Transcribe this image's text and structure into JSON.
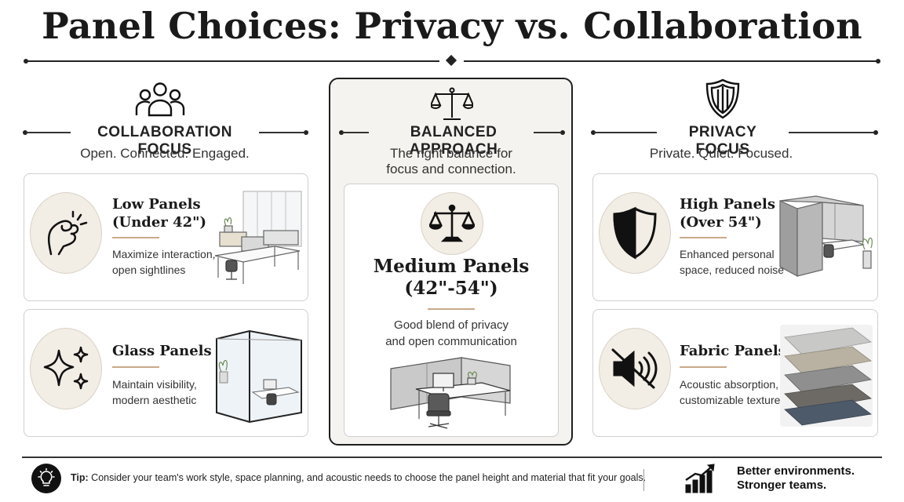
{
  "title": "Panel Choices: Privacy vs. Collaboration",
  "columns": {
    "collaboration": {
      "heading": "COLLABORATION FOCUS",
      "subtitle": "Open. Connected. Engaged.",
      "icon": "people-group-icon"
    },
    "balanced": {
      "heading": "BALANCED APPROACH",
      "subtitle_line1": "The right balance for",
      "subtitle_line2": "focus and connection.",
      "icon": "scale-icon"
    },
    "privacy": {
      "heading": "PRIVACY FOCUS",
      "subtitle": "Private. Quiet. Focused.",
      "icon": "shield-icon"
    }
  },
  "cards": {
    "low": {
      "title_line1": "Low Panels",
      "title_line2": "(Under 42\")",
      "desc_line1": "Maximize interaction,",
      "desc_line2": "open sightlines",
      "icon": "hand-gesture-icon"
    },
    "glass": {
      "title_line1": "Glass Panels",
      "desc_line1": "Maintain visibility,",
      "desc_line2": "modern aesthetic",
      "icon": "sparkle-icon"
    },
    "medium": {
      "title_line1": "Medium Panels",
      "title_line2": "(42\"-54\")",
      "desc_line1": "Good blend of privacy",
      "desc_line2": "and open communication",
      "icon": "scale-icon"
    },
    "high": {
      "title_line1": "High Panels",
      "title_line2": "(Over 54\")",
      "desc_line1": "Enhanced personal",
      "desc_line2": "space, reduced noise",
      "icon": "shield-icon"
    },
    "fabric": {
      "title_line1": "Fabric Panels",
      "desc_line1": "Acoustic absorption,",
      "desc_line2": "customizable textures",
      "icon": "speaker-muted-icon"
    }
  },
  "footer": {
    "tip_label": "Tip:",
    "tip_text": " Consider your team's work style, space planning, and acoustic needs to choose the panel height and material that fit your goals.",
    "tagline_line1": "Better environments.",
    "tagline_line2": "Stronger teams.",
    "icons": [
      "lightbulb-icon",
      "bar-chart-growth-icon"
    ]
  },
  "colors": {
    "ink": "#1a1a1a",
    "badge_bg": "#f2ede5",
    "accent_tan": "#c9a98a",
    "center_bg": "#f5f3ef"
  }
}
